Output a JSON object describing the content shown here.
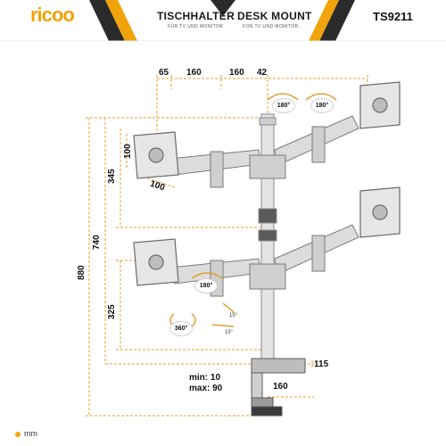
{
  "header": {
    "logo": "ricoo",
    "title_de": "TISCHHALTER",
    "subtitle_de": "FÜR TV UND MONITOR",
    "title_en": "DESK MOUNT",
    "subtitle_en": "FOR TV UND MONITOR",
    "model": "TS9211"
  },
  "dimensions": {
    "top": [
      "65",
      "160",
      "160",
      "42"
    ],
    "vertical_vesa": "100",
    "horizontal_vesa": "100",
    "height_345": "345",
    "height_740": "740",
    "height_880": "880",
    "height_325": "325",
    "clamp_depth": "115",
    "clamp_width": "160",
    "clamp_min": "min: 10",
    "clamp_max": "max: 90"
  },
  "rotations": {
    "top_left": "180°",
    "top_right": "180°",
    "lower": "180°",
    "tilt": "360°",
    "angle_up": "15°",
    "angle_down": "15°"
  },
  "footer": {
    "unit": "mm"
  },
  "colors": {
    "accent": "#f0a30a",
    "dim_line": "#e0a030",
    "text": "#111111",
    "metal": "#d8d8d8"
  }
}
